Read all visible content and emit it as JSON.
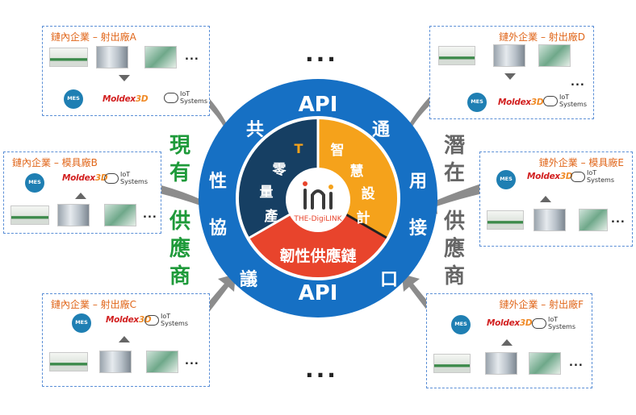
{
  "boxes": {
    "a": {
      "title": "鏈內企業 – 射出廠A",
      "more": "..."
    },
    "b": {
      "title": "鏈內企業 – 模具廠B",
      "more": "..."
    },
    "c": {
      "title": "鏈內企業 – 射出廠C",
      "more": "..."
    },
    "d": {
      "title": "鏈外企業 – 射出廠D",
      "more": "..."
    },
    "e": {
      "title": "鏈外企業 – 模具廠E",
      "more": "..."
    },
    "f": {
      "title": "鏈外企業 – 射出廠F",
      "more": "..."
    }
  },
  "logos": {
    "mes": "MES",
    "moldex_main": "Moldex",
    "moldex_suffix": "3D",
    "iot_line1": "IoT",
    "iot_line2": "Systems"
  },
  "left_label": [
    "現",
    "有",
    "供",
    "應",
    "商"
  ],
  "right_label": [
    "潛",
    "在",
    "供",
    "應",
    "商"
  ],
  "ring": {
    "api_top": "API",
    "api_bottom": "API",
    "left_chars": [
      "共",
      "性",
      "協",
      "議"
    ],
    "right_chars": [
      "通",
      "用",
      "接",
      "口"
    ]
  },
  "center": {
    "t_label": "T",
    "left_segment": [
      "零",
      "量",
      "產"
    ],
    "right_segment": [
      "智",
      "慧",
      "設",
      "計"
    ],
    "bottom_segment": "韌性供應鏈",
    "logo_text": "THE-DigiLINK"
  },
  "top_dots": "...",
  "bottom_dots": "...",
  "colors": {
    "ring_blue": "#1670c4",
    "inner_navy": "#163f63",
    "orange": "#f5a21b",
    "red": "#e8442c",
    "green": "#1e9a3a",
    "grey": "#666666",
    "box_border": "#5b8fd6"
  }
}
